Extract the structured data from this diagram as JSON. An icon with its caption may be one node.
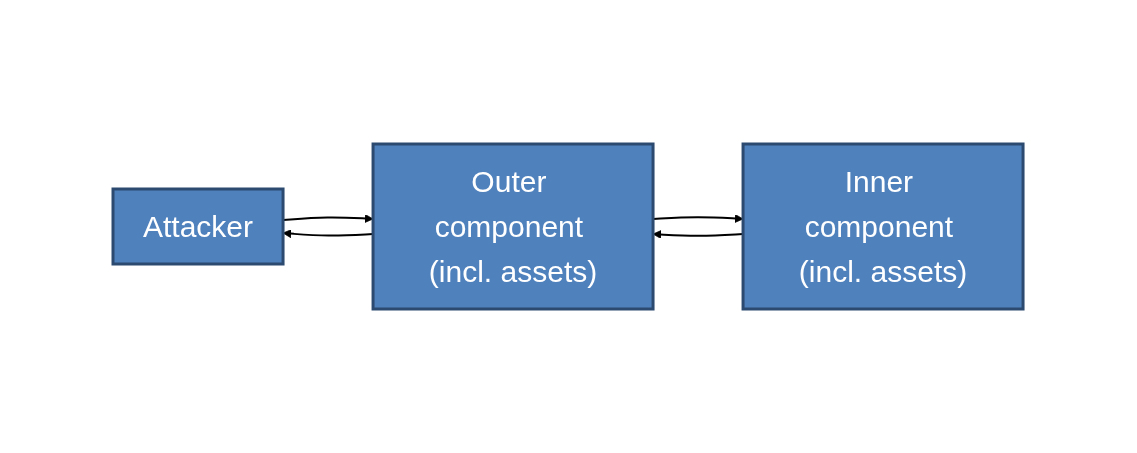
{
  "diagram": {
    "nodes": [
      {
        "text": [
          "Attacker"
        ]
      },
      {
        "text": [
          "Outer component (incl. assets)"
        ]
      },
      {
        "text": [
          "Inner component (incl. assets)"
        ]
      }
    ],
    "edges": [
      {
        "from": 0,
        "to": 1,
        "arrow": "to"
      },
      {
        "from": 1,
        "to": 2,
        "arrow": "to"
      },
      {
        "from": 2,
        "to": 1,
        "arrow": "to"
      },
      {
        "from": 1,
        "to": 0,
        "arrow": "to"
      }
    ]
  }
}
